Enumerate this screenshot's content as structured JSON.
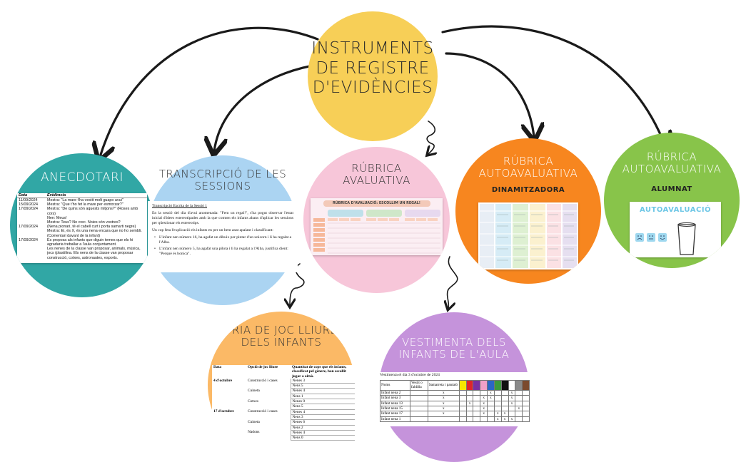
{
  "center": {
    "line1": "INSTRUMENTS",
    "line2": "DE REGISTRE",
    "line3": "D'EVIDÈNCIES",
    "color": "#f7cf57"
  },
  "anecdotari": {
    "title": "ANECDOTARI",
    "color": "#31a7a5",
    "headers": [
      "Data",
      "Evidència"
    ],
    "rows": [
      [
        "11/09/2024",
        "Mestra: \"La mare t'ha vestit molt guapo avui\""
      ],
      [
        "15/09/2024",
        "Mestra: \"Que t'ho fet la mare per esmorzar?\""
      ],
      [
        "17/09/2024",
        "Mestra: \"De quins són aquests mitjons?\" (Roses amb cors)"
      ],
      [
        "",
        "Nen: Meus!"
      ],
      [
        "",
        "Mestra: Teus? No crec. Noies són vostres?"
      ],
      [
        "17/09/2024",
        "(Nena pionari, té el cabell curt i porta samarti negre)"
      ],
      [
        "",
        "Mestra: Ei, és X, és una nena encara que no ho sembli. (Comentari davant de la infant)"
      ],
      [
        "17/09/2024",
        "Es proposa als infants que diguin temes que els hi agradaria treballar a l'aula conjuntament."
      ],
      [
        "",
        "Les nenes de la classe van proposar, animals, música, jocs (plastilina. Els nens de la classe van proposar construcció, cotxes, astronautes, esports."
      ]
    ]
  },
  "transcripcio": {
    "title_line1": "TRANSCRIPCIÓ DE LES",
    "title_line2": "SESSIONS",
    "color": "#abd4f2",
    "heading": "Transcripció Escrita de la Sessió 1",
    "para1": "En la sessió del dia d'avui anomenada: \"Fem un regal!\", s'ha pogut observar l'estat inicial d'idees estereotipades amb la que comten els infants abans d'aplicar les sessions per qüestionar els estereotips.",
    "para2": "Un cop feta l'explicació els infants en per un hem anat apalant i classificant:",
    "bullet1": "L'infant nen número 16, ha agafat un dibuix per pintar d'un unicorn i li ha regalat a l'Alba.",
    "bullet2": "L'infant nen número 5, ha agafat una pilota i li ha regalat a l'Alba, justifica dient: \"Perquè és bonica\"."
  },
  "rubrica_avaluativa": {
    "title_line1": "RÚBRICA",
    "title_line2": "AVALUATIVA",
    "color": "#f7c6d9",
    "banner": "RÚBRICA D'AVALUACIÓ: ESCOLLIM UN REGAL!"
  },
  "rubrica_dinamitzadora": {
    "title_line1": "RÚBRICA",
    "title_line2": "AUTOAVALUATIVA",
    "subtitle": "DINAMITZADORA",
    "color": "#f7861f"
  },
  "rubrica_alumnat": {
    "title_line1": "RÚBRICA",
    "title_line2": "AUTOAVALUATIVA",
    "subtitle": "ALUMNAT",
    "card_title": "AUTOAVALUACIÓ",
    "color": "#88c44a"
  },
  "tria": {
    "title_line1": "TRIA DE JOC LLIURE",
    "title_line2": "DELS INFANTS",
    "color": "#fbb966",
    "headers": [
      "Data",
      "Opció de joc lliure",
      "Quantitat de cops que els infants, classificat pel gènere, han escollit jugar a aitxò."
    ],
    "rows": [
      [
        "4 d'octubre",
        "Construcció i cases",
        "Nenes 3"
      ],
      [
        "",
        "",
        "Nens 5"
      ],
      [
        "",
        "Cuineta",
        "Nenes 4"
      ],
      [
        "",
        "",
        "Nens 1"
      ],
      [
        "",
        "Cotxes",
        "Nenes 0"
      ],
      [
        "",
        "",
        "Nens 5"
      ],
      [
        "17 d'octubre",
        "Construcció i cases",
        "Nenes 4"
      ],
      [
        "",
        "",
        "Nens 3"
      ],
      [
        "",
        "Cuineta",
        "Nenes 6"
      ],
      [
        "",
        "",
        "Nens 2"
      ],
      [
        "",
        "Nadons",
        "Nenes 4"
      ],
      [
        "",
        "",
        "Nens 0"
      ]
    ]
  },
  "vestimenta": {
    "title_line1": "VESTIMENTA DELS",
    "title_line2": "INFANTS DE L'AULA",
    "color": "#c593db",
    "caption": "Vestimenta el dia 3 d'octubre de 2024",
    "headers": [
      "Noms",
      "Vestit o faldilla",
      "Samarreta i pantaló"
    ],
    "swatches": [
      "#f6e600",
      "#e0242a",
      "#7a2fa0",
      "#f2a0c8",
      "#2c66c6",
      "#3c9a3c",
      "#111111",
      "#ffffff",
      "#8a8a8a",
      "#7b4a2e"
    ],
    "rows": [
      {
        "name": "Infant nena 2",
        "marks": [
          "",
          "x",
          "",
          "",
          "",
          "",
          "x",
          "",
          "",
          "x",
          ""
        ]
      },
      {
        "name": "Infant nena 3",
        "marks": [
          "",
          "x",
          "",
          "",
          "",
          "x",
          "x",
          "",
          "",
          "x",
          ""
        ]
      },
      {
        "name": "Infant nena 13",
        "marks": [
          "",
          "x",
          "",
          "x",
          "",
          "x",
          "",
          "",
          "",
          "x",
          ""
        ]
      },
      {
        "name": "Infant nena 15",
        "marks": [
          "",
          "x",
          "",
          "",
          "",
          "x",
          "",
          "",
          "",
          "",
          "x"
        ]
      },
      {
        "name": "Infant nena 17",
        "marks": [
          "",
          "x",
          "",
          "",
          "",
          "x",
          "",
          "x",
          "x",
          "",
          ""
        ]
      },
      {
        "name": "Infant nena 1",
        "marks": [
          "",
          "",
          "",
          "",
          "",
          "",
          "",
          "x",
          "x",
          "x",
          ""
        ]
      }
    ]
  }
}
